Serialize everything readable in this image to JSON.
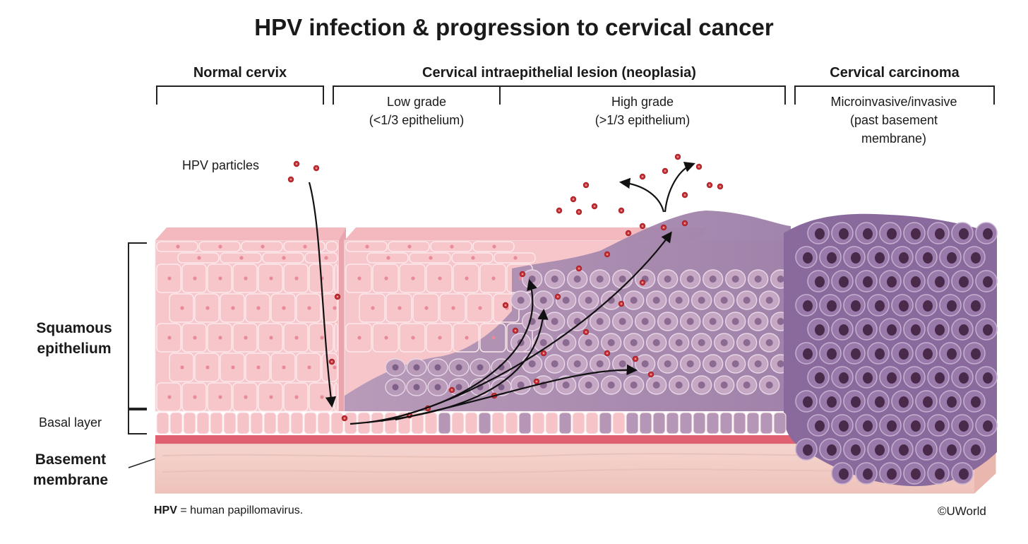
{
  "title": "HPV infection & progression to cervical cancer",
  "headers": {
    "normal": "Normal cervix",
    "cin": "Cervical intraepithelial lesion (neoplasia)",
    "carcinoma": "Cervical carcinoma"
  },
  "subheaders": {
    "low_grade_line1": "Low grade",
    "low_grade_line2": "(<1/3 epithelium)",
    "high_grade_line1": "High grade",
    "high_grade_line2": "(>1/3 epithelium)",
    "invasive_line1": "Microinvasive/invasive",
    "invasive_line2": "(past basement",
    "invasive_line3": "membrane)"
  },
  "labels": {
    "hpv_particles": "HPV particles",
    "squamous_line1": "Squamous",
    "squamous_line2": "epithelium",
    "basal_layer": "Basal layer",
    "basement_line1": "Basement",
    "basement_line2": "membrane"
  },
  "footnote": {
    "abbr": "HPV",
    "definition": " = human papillomavirus."
  },
  "copyright": "©UWorld",
  "colors": {
    "normal_cell": "#f6c9cd",
    "normal_cell_border": "#f0f0f0",
    "dysplastic_cell": "#b89aba",
    "carcinoma_cell": "#8a6a9a",
    "nucleus_normal": "#e98a98",
    "nucleus_carcinoma": "#4a2a4a",
    "virus": "#c0282d",
    "stroma": "#f5d6d0",
    "basement": "#e06272"
  }
}
